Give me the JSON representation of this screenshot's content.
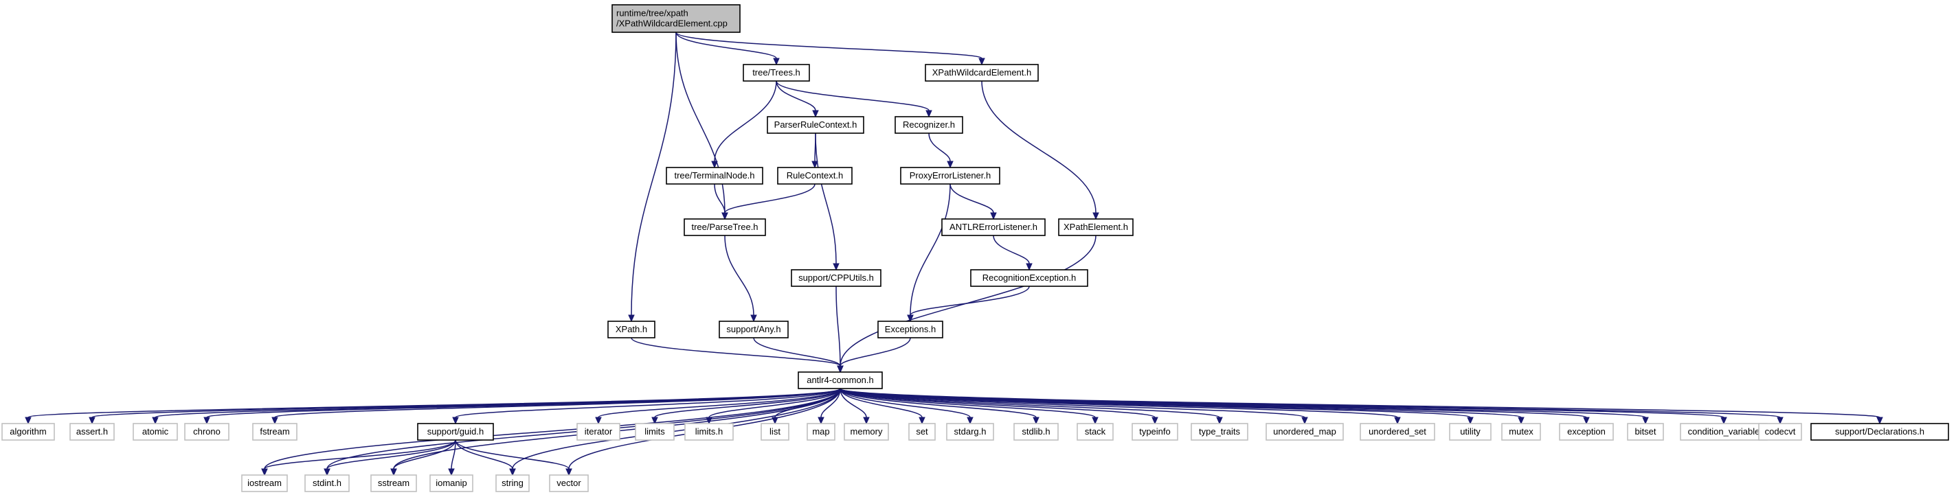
{
  "diagram": {
    "nodes": [
      {
        "id": "root",
        "lines": [
          "runtime/tree/xpath",
          "/XPathWildcardElement.cpp"
        ],
        "style": "root"
      },
      {
        "id": "trees",
        "lines": [
          "tree/Trees.h"
        ],
        "style": "normal"
      },
      {
        "id": "xwe_h",
        "lines": [
          "XPathWildcardElement.h"
        ],
        "style": "normal"
      },
      {
        "id": "prc",
        "lines": [
          "ParserRuleContext.h"
        ],
        "style": "normal"
      },
      {
        "id": "recognizer",
        "lines": [
          "Recognizer.h"
        ],
        "style": "normal"
      },
      {
        "id": "terminal",
        "lines": [
          "tree/TerminalNode.h"
        ],
        "style": "normal"
      },
      {
        "id": "rulectx",
        "lines": [
          "RuleContext.h"
        ],
        "style": "normal"
      },
      {
        "id": "proxy",
        "lines": [
          "ProxyErrorListener.h"
        ],
        "style": "normal"
      },
      {
        "id": "parsetree",
        "lines": [
          "tree/ParseTree.h"
        ],
        "style": "normal"
      },
      {
        "id": "antlrerr",
        "lines": [
          "ANTLRErrorListener.h"
        ],
        "style": "normal"
      },
      {
        "id": "xpelem",
        "lines": [
          "XPathElement.h"
        ],
        "style": "normal"
      },
      {
        "id": "recexc",
        "lines": [
          "RecognitionException.h"
        ],
        "style": "normal"
      },
      {
        "id": "cpputils",
        "lines": [
          "support/CPPUtils.h"
        ],
        "style": "normal"
      },
      {
        "id": "xpath_h",
        "lines": [
          "XPath.h"
        ],
        "style": "normal"
      },
      {
        "id": "any",
        "lines": [
          "support/Any.h"
        ],
        "style": "normal"
      },
      {
        "id": "exceptions",
        "lines": [
          "Exceptions.h"
        ],
        "style": "normal"
      },
      {
        "id": "common",
        "lines": [
          "antlr4-common.h"
        ],
        "style": "normal"
      },
      {
        "id": "algorithm",
        "lines": [
          "algorithm"
        ],
        "style": "grey"
      },
      {
        "id": "assert",
        "lines": [
          "assert.h"
        ],
        "style": "grey"
      },
      {
        "id": "atomic",
        "lines": [
          "atomic"
        ],
        "style": "grey"
      },
      {
        "id": "chrono",
        "lines": [
          "chrono"
        ],
        "style": "grey"
      },
      {
        "id": "fstream",
        "lines": [
          "fstream"
        ],
        "style": "grey"
      },
      {
        "id": "guid",
        "lines": [
          "support/guid.h"
        ],
        "style": "normal"
      },
      {
        "id": "iterator",
        "lines": [
          "iterator"
        ],
        "style": "grey"
      },
      {
        "id": "limits",
        "lines": [
          "limits"
        ],
        "style": "grey"
      },
      {
        "id": "limits_h",
        "lines": [
          "limits.h"
        ],
        "style": "grey"
      },
      {
        "id": "list",
        "lines": [
          "list"
        ],
        "style": "grey"
      },
      {
        "id": "map",
        "lines": [
          "map"
        ],
        "style": "grey"
      },
      {
        "id": "memory",
        "lines": [
          "memory"
        ],
        "style": "grey"
      },
      {
        "id": "set",
        "lines": [
          "set"
        ],
        "style": "grey"
      },
      {
        "id": "stdarg",
        "lines": [
          "stdarg.h"
        ],
        "style": "grey"
      },
      {
        "id": "stdlib",
        "lines": [
          "stdlib.h"
        ],
        "style": "grey"
      },
      {
        "id": "stack",
        "lines": [
          "stack"
        ],
        "style": "grey"
      },
      {
        "id": "typeinfo",
        "lines": [
          "typeinfo"
        ],
        "style": "grey"
      },
      {
        "id": "type_traits",
        "lines": [
          "type_traits"
        ],
        "style": "grey"
      },
      {
        "id": "unordered_map",
        "lines": [
          "unordered_map"
        ],
        "style": "grey"
      },
      {
        "id": "unordered_set",
        "lines": [
          "unordered_set"
        ],
        "style": "grey"
      },
      {
        "id": "utility",
        "lines": [
          "utility"
        ],
        "style": "grey"
      },
      {
        "id": "mutex",
        "lines": [
          "mutex"
        ],
        "style": "grey"
      },
      {
        "id": "exception",
        "lines": [
          "exception"
        ],
        "style": "grey"
      },
      {
        "id": "bitset",
        "lines": [
          "bitset"
        ],
        "style": "grey"
      },
      {
        "id": "condvar",
        "lines": [
          "condition_variable"
        ],
        "style": "grey"
      },
      {
        "id": "codecvt",
        "lines": [
          "codecvt"
        ],
        "style": "grey"
      },
      {
        "id": "decls",
        "lines": [
          "support/Declarations.h"
        ],
        "style": "normal"
      },
      {
        "id": "iostream",
        "lines": [
          "iostream"
        ],
        "style": "grey"
      },
      {
        "id": "stdint",
        "lines": [
          "stdint.h"
        ],
        "style": "grey"
      },
      {
        "id": "sstream",
        "lines": [
          "sstream"
        ],
        "style": "grey"
      },
      {
        "id": "iomanip",
        "lines": [
          "iomanip"
        ],
        "style": "grey"
      },
      {
        "id": "string",
        "lines": [
          "string"
        ],
        "style": "grey"
      },
      {
        "id": "vector",
        "lines": [
          "vector"
        ],
        "style": "grey"
      }
    ],
    "edges": [
      [
        "root",
        "trees"
      ],
      [
        "root",
        "xwe_h"
      ],
      [
        "root",
        "parsetree"
      ],
      [
        "root",
        "xpath_h"
      ],
      [
        "trees",
        "prc"
      ],
      [
        "trees",
        "recognizer"
      ],
      [
        "trees",
        "terminal"
      ],
      [
        "prc",
        "rulectx"
      ],
      [
        "prc",
        "cpputils"
      ],
      [
        "recognizer",
        "proxy"
      ],
      [
        "terminal",
        "parsetree"
      ],
      [
        "rulectx",
        "parsetree"
      ],
      [
        "proxy",
        "antlrerr"
      ],
      [
        "proxy",
        "exceptions"
      ],
      [
        "antlrerr",
        "recexc"
      ],
      [
        "recexc",
        "exceptions"
      ],
      [
        "xwe_h",
        "xpelem"
      ],
      [
        "xpelem",
        "common"
      ],
      [
        "parsetree",
        "any"
      ],
      [
        "any",
        "common"
      ],
      [
        "cpputils",
        "common"
      ],
      [
        "xpath_h",
        "common"
      ],
      [
        "exceptions",
        "common"
      ],
      [
        "common",
        "algorithm"
      ],
      [
        "common",
        "assert"
      ],
      [
        "common",
        "atomic"
      ],
      [
        "common",
        "chrono"
      ],
      [
        "common",
        "fstream"
      ],
      [
        "common",
        "guid"
      ],
      [
        "common",
        "iterator"
      ],
      [
        "common",
        "limits"
      ],
      [
        "common",
        "limits_h"
      ],
      [
        "common",
        "list"
      ],
      [
        "common",
        "map"
      ],
      [
        "common",
        "memory"
      ],
      [
        "common",
        "set"
      ],
      [
        "common",
        "stdarg"
      ],
      [
        "common",
        "stdlib"
      ],
      [
        "common",
        "stack"
      ],
      [
        "common",
        "typeinfo"
      ],
      [
        "common",
        "type_traits"
      ],
      [
        "common",
        "unordered_map"
      ],
      [
        "common",
        "unordered_set"
      ],
      [
        "common",
        "utility"
      ],
      [
        "common",
        "mutex"
      ],
      [
        "common",
        "exception"
      ],
      [
        "common",
        "bitset"
      ],
      [
        "common",
        "condvar"
      ],
      [
        "common",
        "codecvt"
      ],
      [
        "common",
        "decls"
      ],
      [
        "common",
        "iostream"
      ],
      [
        "common",
        "stdint"
      ],
      [
        "common",
        "sstream"
      ],
      [
        "common",
        "string"
      ],
      [
        "common",
        "vector"
      ],
      [
        "guid",
        "iostream"
      ],
      [
        "guid",
        "stdint"
      ],
      [
        "guid",
        "sstream"
      ],
      [
        "guid",
        "iomanip"
      ],
      [
        "guid",
        "string"
      ],
      [
        "guid",
        "vector"
      ]
    ]
  }
}
